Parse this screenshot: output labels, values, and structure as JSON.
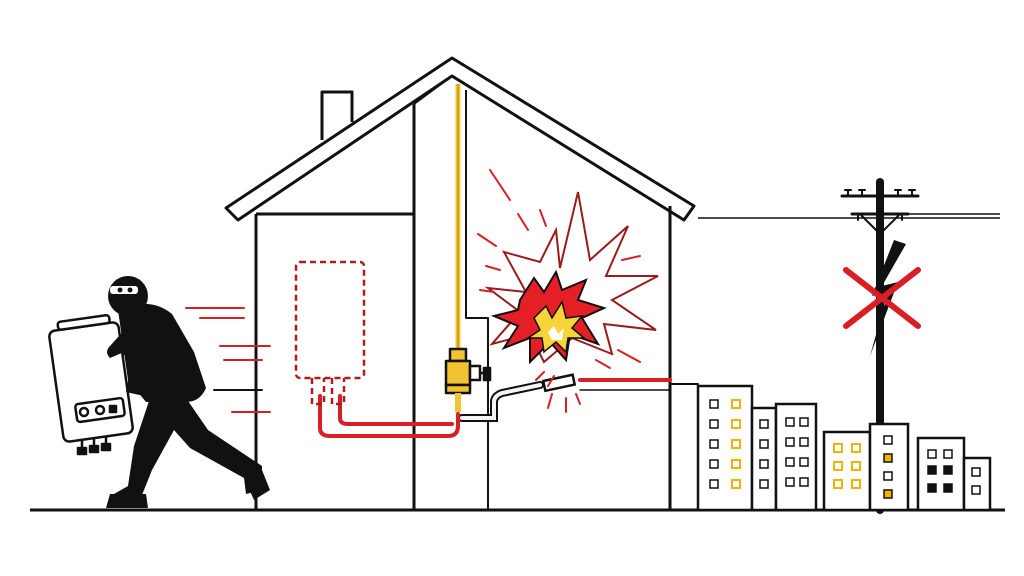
{
  "scene": {
    "colors": {
      "ink": "#111111",
      "danger_red": "#d91f26",
      "dark_red": "#9b1b1b",
      "gas_yellow": "#f2c230",
      "window_yellow": "#f0b400",
      "pipe_gray": "#8a8a8a"
    },
    "elements": {
      "thief": "burglar-carrying-water-heater",
      "missing_heater": "dashed-outline-of-removed-water-heater",
      "gas_line": "yellow-gas-supply-line",
      "shutoff_valve": "gas-shutoff-valve",
      "explosion": "gas-leak-explosion",
      "power_pole": "utility-power-pole",
      "power_out_mark": "red-x-over-lightning-bolt",
      "city": "neighboring-buildings"
    }
  }
}
